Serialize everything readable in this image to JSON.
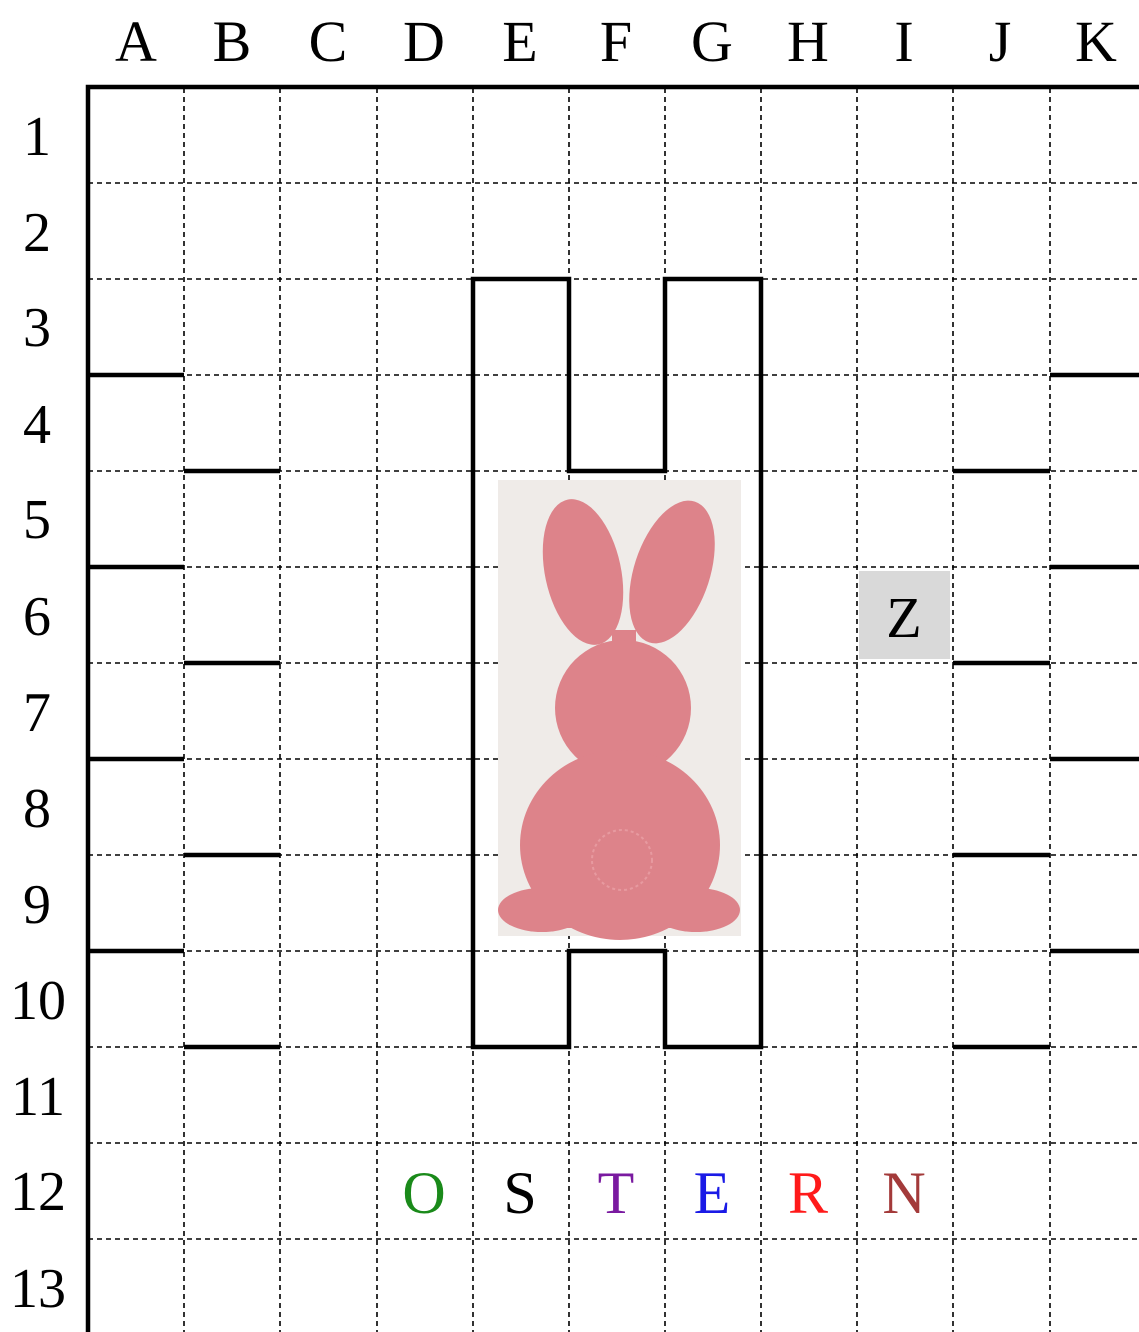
{
  "columns": [
    "A",
    "B",
    "C",
    "D",
    "E",
    "F",
    "G",
    "H",
    "I",
    "J",
    "K"
  ],
  "rows": [
    "1",
    "2",
    "3",
    "4",
    "5",
    "6",
    "7",
    "8",
    "9",
    "10",
    "11",
    "12",
    "13"
  ],
  "marker": {
    "cell": "I6",
    "label": "Z",
    "color": "#d9d9d9"
  },
  "word": [
    {
      "cell": "D12",
      "letter": "O",
      "color": "#1a8a1a"
    },
    {
      "cell": "E12",
      "letter": "S",
      "color": "#000000"
    },
    {
      "cell": "F12",
      "letter": "T",
      "color": "#7a1aa0"
    },
    {
      "cell": "G12",
      "letter": "E",
      "color": "#1a1ae6"
    },
    {
      "cell": "H12",
      "letter": "R",
      "color": "#ff1a1a"
    },
    {
      "cell": "I12",
      "letter": "N",
      "color": "#a33a3a"
    }
  ],
  "bunny": {
    "icon": "easter-bunny-icon",
    "color": "#dd838a",
    "background": "#efebe8"
  }
}
